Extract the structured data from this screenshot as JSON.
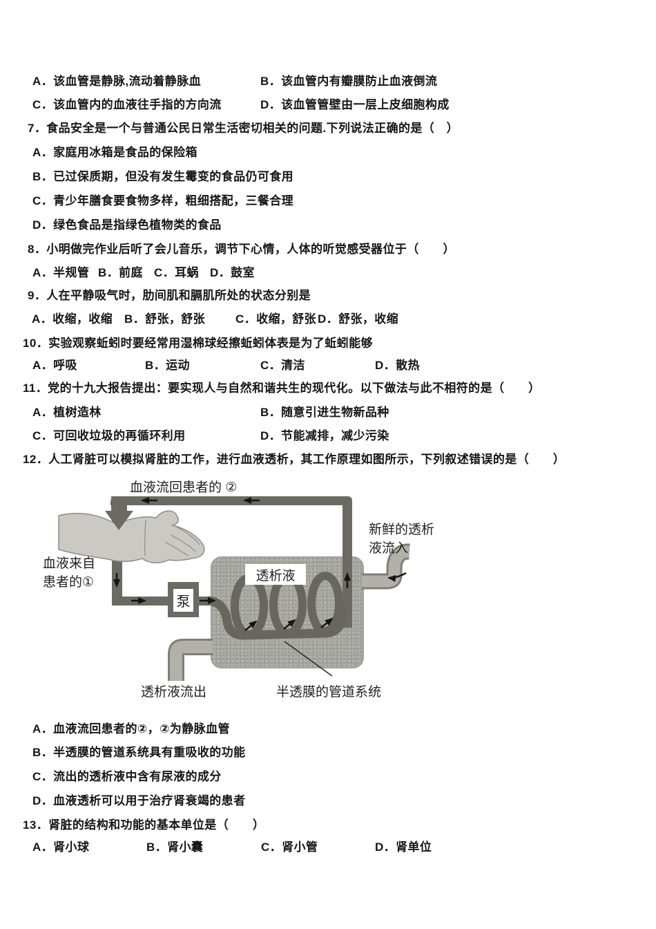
{
  "q6": {
    "optA": "A．该血管是静脉,流动着静脉血",
    "optB": "B．该血管内有瓣膜防止血液倒流",
    "optC": "C．该血管内的血液往手指的方向流",
    "optD": "D．该血管管壁由一层上皮细胞构成"
  },
  "q7": {
    "stem": "7．食品安全是一个与普通公民日常生活密切相关的问题.下列说法正确的是（　）",
    "optA": "A．家庭用冰箱是食品的保险箱",
    "optB": "B．已过保质期，但没有发生霉变的食品仍可食用",
    "optC": "C．青少年膳食要食物多样，粗细搭配，三餐合理",
    "optD": "D．绿色食品是指绿色植物类的食品"
  },
  "q8": {
    "stem": "8．小明做完作业后听了会儿音乐，调节下心情，人体的听觉感受器位于（　　）",
    "optA": "A．半规管",
    "optB": "B．前庭",
    "optC": "C．耳蜗",
    "optD": "D．鼓室"
  },
  "q9": {
    "stem": "9．人在平静吸气时，肋间肌和膈肌所处的状态分别是",
    "optA": "A．收缩，收缩",
    "optB": "B．舒张，舒张",
    "optC": "C．收缩，舒张",
    "optD": "D．舒张，收缩"
  },
  "q10": {
    "stem": "10．实验观察蚯蚓时要经常用湿棉球经擦蚯蚓体表是为了蚯蚓能够",
    "optA": "A．呼吸",
    "optB": "B．运动",
    "optC": "C．清洁",
    "optD": "D．散热"
  },
  "q11": {
    "stem": "11．党的十九大报告提出：要实现人与自然和谐共生的现代化。以下做法与此不相符的是（　　）",
    "optA": "A．植树造林",
    "optB": "B．随意引进生物新品种",
    "optC": "C．可回收垃圾的再循环利用",
    "optD": "D．节能减排，减少污染"
  },
  "q12": {
    "stem": "12．人工肾脏可以模拟肾脏的工作，进行血液透析，其工作原理如图所示，下列叙述错误的是（　　）",
    "optA": "A．血液流回患者的②，②为静脉血管",
    "optB": "B．半透膜的管道系统具有重吸收的功能",
    "optC": "C．流出的透析液中含有尿液的成分",
    "optD": "D．血液透析可以用于治疗肾衰竭的患者"
  },
  "q13": {
    "stem": "13．肾脏的结构和功能的基本单位是（　　）",
    "optA": "A．肾小球",
    "optB": "B．肾小囊",
    "optC": "C．肾小管",
    "optD": "D．肾单位"
  },
  "diagram": {
    "blood_return_label": "血液流回患者的 ②",
    "blood_source_label_line1": "血液来自",
    "blood_source_label_line2": "患者的①",
    "fresh_dialysate_label_line1": "新鲜的透析",
    "fresh_dialysate_label_line2": "液流入",
    "dialysate_label": "透析液",
    "pump_label": "泵",
    "dialysate_out_label": "透析液流出",
    "membrane_label": "半透膜的管道系统",
    "colors": {
      "blood_pipe": "#6b6b64",
      "tank": "#a9a9a3",
      "dialysate_pipe": "#b1b1aa",
      "arm": "#cac9c3",
      "arrow": "#151515"
    }
  }
}
